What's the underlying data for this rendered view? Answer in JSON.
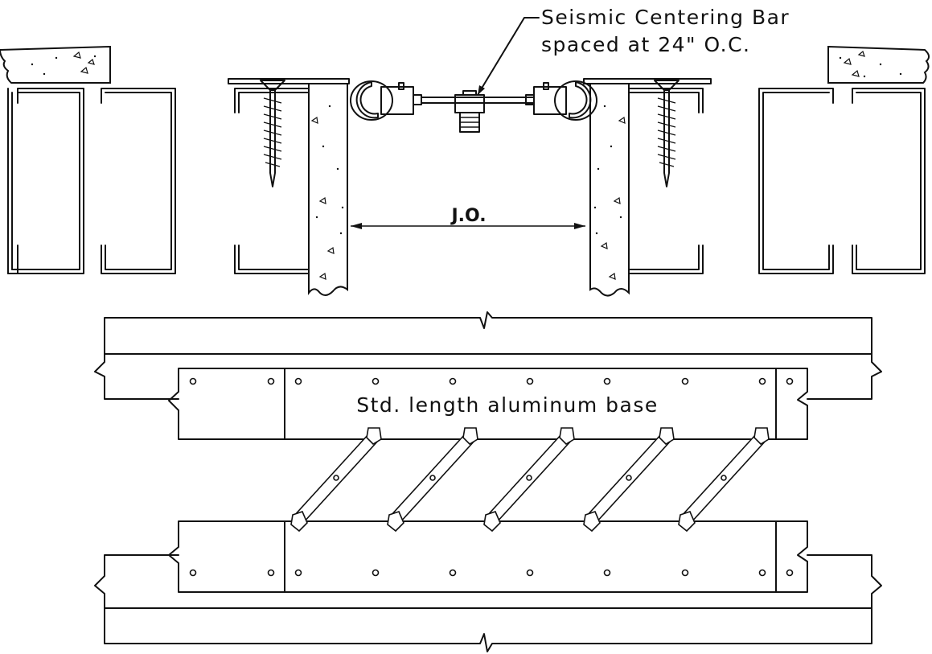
{
  "labels": {
    "callout_line1": "Seismic Centering Bar",
    "callout_line2": "spaced at 24\" O.C.",
    "dimension": "J.O.",
    "base": "Std. length aluminum base"
  },
  "colors": {
    "line": "#111111",
    "background": "#ffffff"
  },
  "components": {
    "centering_bar_struts": 5,
    "base_rails": 2
  }
}
